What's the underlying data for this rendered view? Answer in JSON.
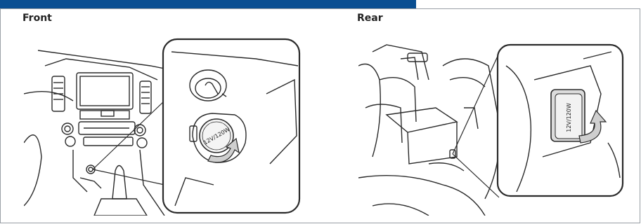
{
  "sections": {
    "front": {
      "title": "Front",
      "cap_marking": "12V/120W"
    },
    "rear": {
      "title": "Rear",
      "cap_marking": "12V/120W"
    }
  },
  "colors": {
    "header_bar": "#0a4f92",
    "line_art": "#2a2a2a",
    "callout_arrow": "#cfcfcf"
  }
}
